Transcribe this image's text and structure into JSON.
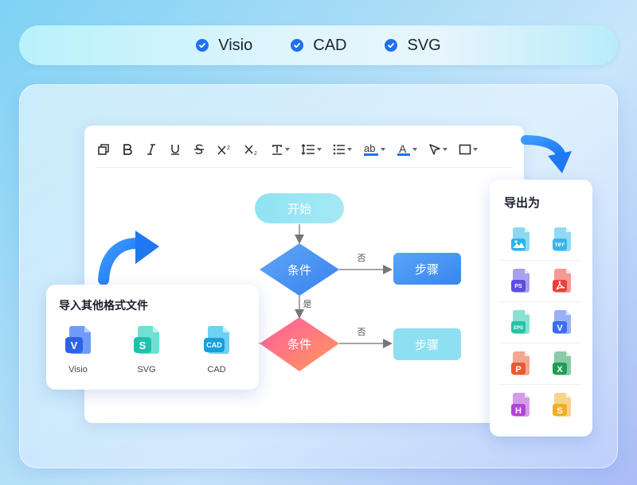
{
  "tags": [
    {
      "label": "Visio"
    },
    {
      "label": "CAD"
    },
    {
      "label": "SVG"
    }
  ],
  "toolbar": {
    "icons": [
      "copy-icon",
      "bold-icon",
      "italic-icon",
      "underline-icon",
      "strikethrough-icon",
      "superscript-icon",
      "subscript-icon",
      "clear-format-icon",
      "line-spacing-icon",
      "list-icon",
      "highlight-icon",
      "font-color-icon",
      "pointer-icon",
      "shape-icon"
    ],
    "highlight_text": "ab",
    "font_color_text": "A",
    "accent": "#1f6ff5"
  },
  "flowchart": {
    "start": "开始",
    "cond1": "条件",
    "cond2": "条件",
    "step1": "步骤",
    "step2": "步骤",
    "no1": "否",
    "yes": "是",
    "no2": "否"
  },
  "import_card": {
    "title": "导入其他格式文件",
    "formats": [
      {
        "label": "Visio",
        "glyph": "V",
        "color": "#3b6df0"
      },
      {
        "label": "SVG",
        "glyph": "S",
        "color": "#25c6b3"
      },
      {
        "label": "CAD",
        "glyph": "CAD",
        "color": "#1aa7e0"
      }
    ]
  },
  "export_card": {
    "title": "导出为",
    "rows": [
      [
        {
          "name": "image-file-icon",
          "glyph": "",
          "color": "#2bb4e6"
        },
        {
          "name": "tiff-file-icon",
          "glyph": "TIFF",
          "color": "#35b7ec"
        }
      ],
      [
        {
          "name": "ps-file-icon",
          "glyph": "PS",
          "color": "#5b4ee0"
        },
        {
          "name": "pdf-file-icon",
          "glyph": "",
          "color": "#e8413a"
        }
      ],
      [
        {
          "name": "eps-file-icon",
          "glyph": "EPS",
          "color": "#23c4a6"
        },
        {
          "name": "visio-file-icon",
          "glyph": "V",
          "color": "#3b6df0"
        }
      ],
      [
        {
          "name": "ppt-file-icon",
          "glyph": "P",
          "color": "#ea5a2e"
        },
        {
          "name": "excel-file-icon",
          "glyph": "X",
          "color": "#1f9d55"
        }
      ],
      [
        {
          "name": "html-file-icon",
          "glyph": "H",
          "color": "#b145d8"
        },
        {
          "name": "svg-file-icon",
          "glyph": "S",
          "color": "#f2ad27"
        }
      ]
    ]
  }
}
